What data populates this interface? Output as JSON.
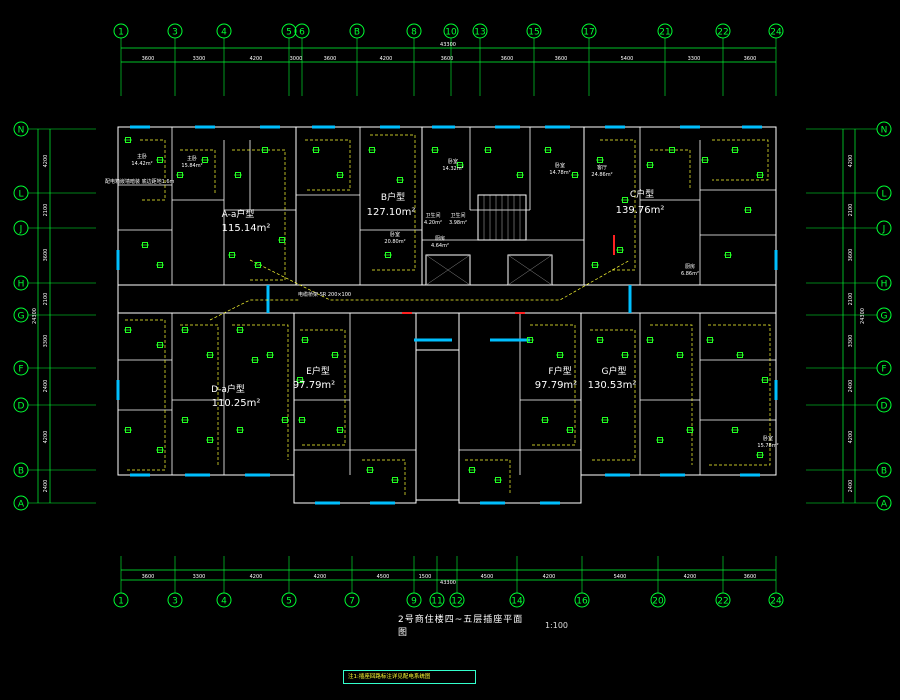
{
  "title": "2号商住楼四~五层插座平面图",
  "scale": "1:100",
  "note": "注1:插座回路标注详见配电系统图",
  "colors": {
    "background": "#000000",
    "axis": "#00ff33",
    "walls": "#ffffff",
    "windows": "#00bfff",
    "circuits": "#ffff33",
    "devices": "#22ff22",
    "note_border": "#33ffcc",
    "accent_red": "#ff2222"
  },
  "axes": {
    "top_labels": [
      "1",
      "3",
      "4",
      "5",
      "6",
      "B",
      "8",
      "10",
      "13",
      "15",
      "17",
      "21",
      "22",
      "24"
    ],
    "bottom_labels": [
      "1",
      "3",
      "4",
      "5",
      "7",
      "9",
      "11",
      "12",
      "14",
      "16",
      "20",
      "22",
      "24"
    ],
    "row_labels": [
      "N",
      "L",
      "J",
      "H",
      "G",
      "F",
      "D",
      "B",
      "A"
    ]
  },
  "dimensions": {
    "top_total": "43300",
    "top_segments": [
      "3600",
      "3300",
      "4200",
      "3000",
      "3600",
      "4200",
      "3600",
      "3600",
      "3600",
      "5400",
      "3300",
      "3600"
    ],
    "bottom_total": "43300",
    "bottom_segments": [
      "3600",
      "3300",
      "4200",
      "4200",
      "4500",
      "1500",
      "4500",
      "4200",
      "5400",
      "4200",
      "3600"
    ],
    "left_segments": [
      "4200",
      "2100",
      "3600",
      "2100",
      "3300",
      "2400",
      "4200",
      "2400"
    ],
    "right_segments": [
      "4200",
      "2100",
      "3600",
      "2100",
      "3300",
      "2400",
      "4200",
      "2400"
    ],
    "left_total": "24300",
    "right_total": "24300"
  },
  "units": [
    {
      "name": "A-a户型",
      "area": "115.14m²"
    },
    {
      "name": "B户型",
      "area": "127.10m²"
    },
    {
      "name": "C户型",
      "area": "139.76m²"
    },
    {
      "name": "D-a户型",
      "area": "110.25m²"
    },
    {
      "name": "E户型",
      "area": "97.79m²"
    },
    {
      "name": "F户型",
      "area": "97.79m²"
    },
    {
      "name": "G户型",
      "area": "130.53m²"
    }
  ],
  "rooms": [
    {
      "label": "主卧",
      "area": "14.42m²"
    },
    {
      "label": "主卧",
      "area": "15.84m²"
    },
    {
      "label": "卧室",
      "area": "14.32m²"
    },
    {
      "label": "卧室",
      "area": "14.78m²"
    },
    {
      "label": "客厅",
      "area": "24.86m²"
    },
    {
      "label": "卧室",
      "area": "20.80m²"
    },
    {
      "label": "厨房",
      "area": "4.64m²"
    },
    {
      "label": "卫生间",
      "area": "4.20m²"
    },
    {
      "label": "卫生间",
      "area": "3.98m²"
    },
    {
      "label": "厨房",
      "area": "6.86m²"
    },
    {
      "label": "卧室",
      "area": "15.78m²"
    }
  ],
  "annotations": [
    "配电箱嵌墙暗装 底边距地1.6m",
    "电缆桥架 SR 200×100"
  ]
}
